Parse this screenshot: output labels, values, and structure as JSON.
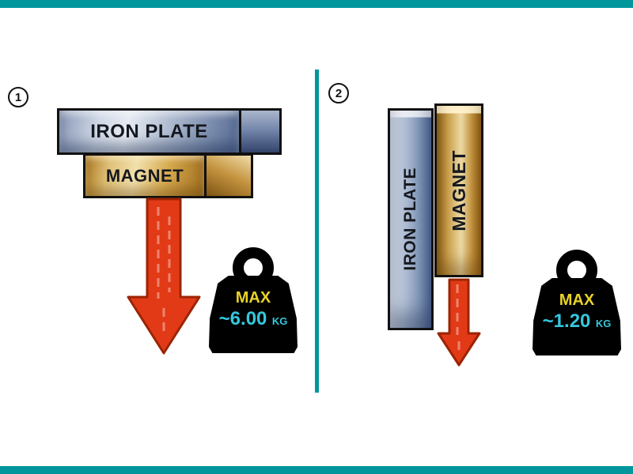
{
  "colors": {
    "teal": "#00969c",
    "ink": "#111111",
    "arrow_red": "#e23a17",
    "arrow_red_dark": "#9c2405",
    "max_yellow": "#e8d227",
    "value_cyan": "#35c8dd"
  },
  "panels": [
    {
      "badge": "1",
      "iron_plate": "IRON PLATE",
      "magnet": "MAGNET",
      "weight": {
        "max": "MAX",
        "value": "~6.00",
        "unit": "KG"
      }
    },
    {
      "badge": "2",
      "iron_plate": "IRON PLATE",
      "magnet": "MAGNET",
      "weight": {
        "max": "MAX",
        "value": "~1.20",
        "unit": "KG"
      }
    }
  ]
}
